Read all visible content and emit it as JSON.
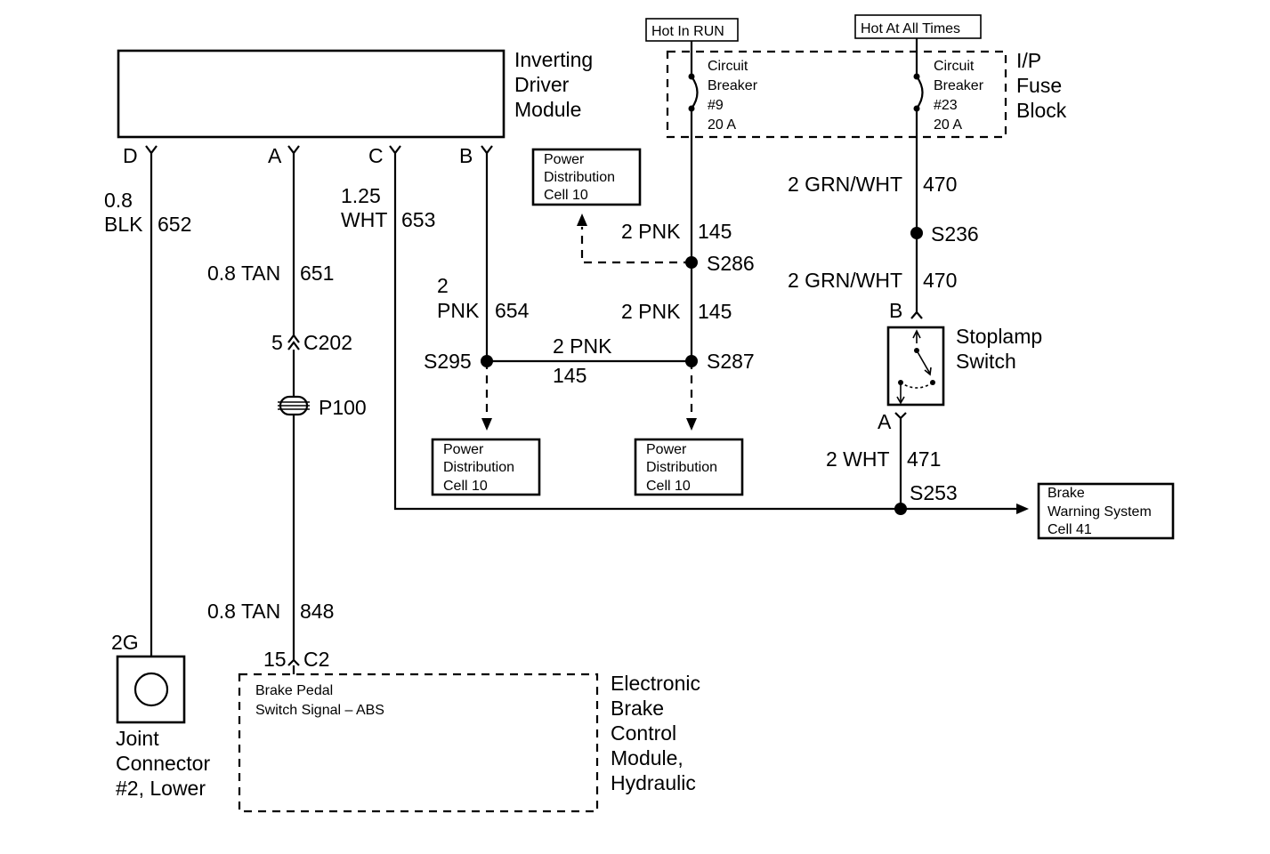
{
  "colors": {
    "ink": "#000000",
    "background": "#ffffff"
  },
  "labels": {
    "hot_in_run": "Hot In RUN",
    "hot_at_all_times": "Hot At All Times",
    "idm": [
      "Inverting",
      "Driver",
      "Module"
    ],
    "ip_fuse_block": [
      "I/P",
      "Fuse",
      "Block"
    ],
    "cb9": [
      "Circuit",
      "Breaker",
      "#9",
      "20 A"
    ],
    "cb23": [
      "Circuit",
      "Breaker",
      "#23",
      "20 A"
    ],
    "pins": {
      "d": "D",
      "a": "A",
      "c": "C",
      "b": "B",
      "stop_b": "B",
      "stop_a": "A"
    },
    "wire_652": [
      "0.8",
      "BLK",
      "652"
    ],
    "wire_651": [
      "0.8 TAN",
      "651"
    ],
    "wire_653": [
      "1.25",
      "WHT",
      "653"
    ],
    "wire_654": [
      "2",
      "PNK",
      "654"
    ],
    "wire_145_top": [
      "2 PNK",
      "145"
    ],
    "wire_145_mid": [
      "2 PNK",
      "145"
    ],
    "wire_145_horiz": [
      "2 PNK",
      "145"
    ],
    "wire_470_top": [
      "2 GRN/WHT",
      "470"
    ],
    "wire_470_bot": [
      "2 GRN/WHT",
      "470"
    ],
    "wire_471": [
      "2 WHT",
      "471"
    ],
    "wire_848": [
      "0.8 TAN",
      "848"
    ],
    "splices": {
      "s286": "S286",
      "s236": "S236",
      "s295": "S295",
      "s287": "S287",
      "s253": "S253"
    },
    "c202": [
      "5",
      "C202"
    ],
    "p100": "P100",
    "c2": [
      "15",
      "C2"
    ],
    "pdc_top": [
      "Power",
      "Distribution",
      "Cell 10"
    ],
    "pdc_left": [
      "Power",
      "Distribution",
      "Cell 10"
    ],
    "pdc_right": [
      "Power",
      "Distribution",
      "Cell 10"
    ],
    "brake_warning": [
      "Brake",
      "Warning System",
      "Cell 41"
    ],
    "stoplamp": [
      "Stoplamp",
      "Switch"
    ],
    "joint": {
      "pin": "2G",
      "name": [
        "Joint",
        "Connector",
        "#2, Lower"
      ]
    },
    "ebcm": [
      "Electronic",
      "Brake",
      "Control",
      "Module,",
      "Hydraulic"
    ],
    "ebcm_signal": [
      "Brake Pedal",
      "Switch Signal – ABS"
    ]
  }
}
